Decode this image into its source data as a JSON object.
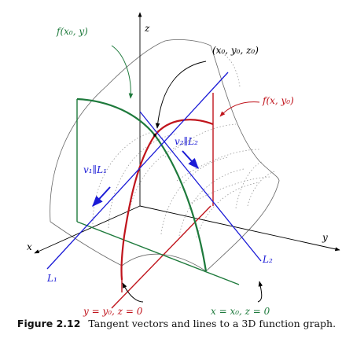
{
  "colors": {
    "black": "#000000",
    "green": "#1e7a3c",
    "red": "#c0141c",
    "blue": "#1a1ad6",
    "surface": "#666666",
    "dotted": "#9a9a9a"
  },
  "labels": {
    "z_axis": "z",
    "x_axis": "x",
    "y_axis": "y",
    "f_x0_y": "f(x₀, y)",
    "point": "(x₀, y₀, z₀)",
    "f_x_y0": "f(x, y₀)",
    "v1": "v₁∥L₁",
    "v2": "v₂∥L₂",
    "L1": "L₁",
    "L2": "L₂",
    "y_eq": "y = y₀, z = 0",
    "x_eq": "x = x₀, z = 0"
  },
  "caption": {
    "number": "Figure 2.12",
    "text": "Tangent vectors and lines to a 3D function graph."
  }
}
